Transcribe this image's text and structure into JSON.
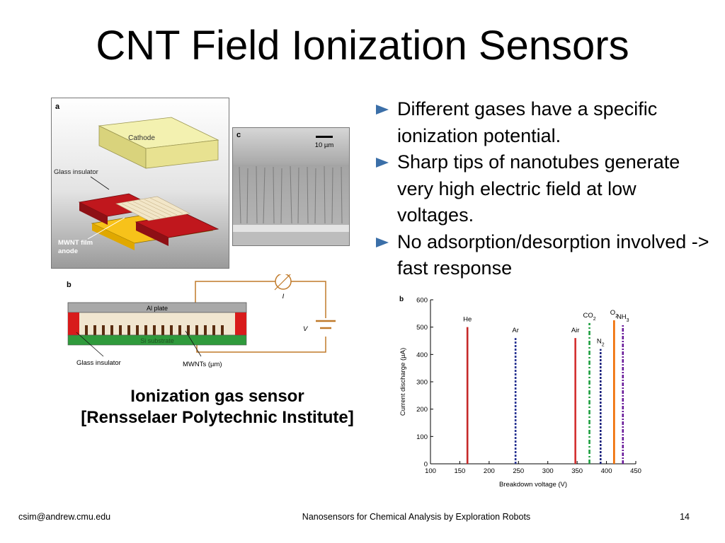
{
  "slide": {
    "title": "CNT Field Ionization Sensors",
    "bullets": [
      "Different gases have a specific ionization potential.",
      "Sharp tips of nanotubes generate very high electric field at low voltages.",
      "No adsorption/desorption involved -> fast response"
    ],
    "caption_line1": "Ionization gas sensor",
    "caption_line2": "[Rensselaer Polytechnic Institute]",
    "footer": {
      "left": "csim@andrew.cmu.edu",
      "center": "Nanosensors for Chemical Analysis by Exploration Robots",
      "right": "14"
    }
  },
  "figure_a": {
    "panel_label": "a",
    "cathode_label": "Cathode",
    "glass_label": "Glass insulator",
    "anode_line1": "MWNT film",
    "anode_line2": "anode"
  },
  "figure_c": {
    "panel_label": "c",
    "scale_label": "10 µm"
  },
  "figure_b": {
    "panel_label": "b",
    "plate_label": "Al plate",
    "substrate_label": "Si substrate",
    "glass_label": "Glass insulator",
    "mwnt_label": "MWNTs (µm)",
    "current_label": "I",
    "voltage_label": "V"
  },
  "chart_data": {
    "type": "bar",
    "panel_label": "b",
    "xlabel": "Breakdown voltage (V)",
    "ylabel": "Current discharge (µA)",
    "xlim": [
      100,
      450
    ],
    "ylim": [
      0,
      600
    ],
    "xticks": [
      "100",
      "150",
      "200",
      "250",
      "300",
      "350",
      "400",
      "450"
    ],
    "yticks": [
      "0",
      "100",
      "200",
      "300",
      "400",
      "500",
      "600"
    ],
    "grid": false,
    "series": [
      {
        "label": "He",
        "sub": "",
        "x": 163,
        "y": 500,
        "color": "#c62828",
        "dash": "none"
      },
      {
        "label": "Ar",
        "sub": "",
        "x": 245,
        "y": 460,
        "color": "#283593",
        "dash": "3,2"
      },
      {
        "label": "Air",
        "sub": "",
        "x": 347,
        "y": 460,
        "color": "#d32f2f",
        "dash": "none"
      },
      {
        "label": "CO",
        "sub": "2",
        "x": 371,
        "y": 515,
        "color": "#1b9e3e",
        "dash": "6,3,2,3"
      },
      {
        "label": "N",
        "sub": "2",
        "x": 390,
        "y": 420,
        "color": "#1a237e",
        "dash": "3,2"
      },
      {
        "label": "O",
        "sub": "2",
        "x": 413,
        "y": 525,
        "color": "#ef6c00",
        "dash": "none"
      },
      {
        "label": "NH",
        "sub": "3",
        "x": 428,
        "y": 510,
        "color": "#6a1b9a",
        "dash": "5,2,2,2"
      }
    ]
  }
}
